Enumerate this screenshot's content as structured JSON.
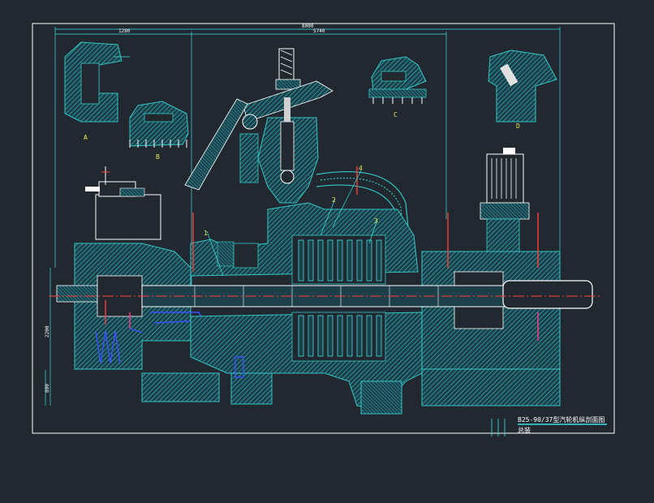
{
  "drawing": {
    "title_block": {
      "title": "B25-90/37型汽轮机纵剖面图",
      "subtitle": "总装"
    },
    "dimensions": {
      "overall_top": "8000",
      "left_segment": "1280",
      "right_segment": "5740",
      "height_lower": "2200",
      "height_base": "800"
    },
    "detail_views": [
      "A",
      "B",
      "C",
      "D"
    ],
    "section_labels": [
      "1",
      "2",
      "3",
      "4"
    ],
    "colors": {
      "background": "#212830",
      "frame": "#ffffff",
      "hatch": "#33c6c6",
      "dimension": "#3be0e0",
      "centerline": "#ff3b3b",
      "accent_blue": "#3a52ff",
      "accent_magenta": "#ff3b8f",
      "label_yellow": "#e8e85a"
    }
  }
}
